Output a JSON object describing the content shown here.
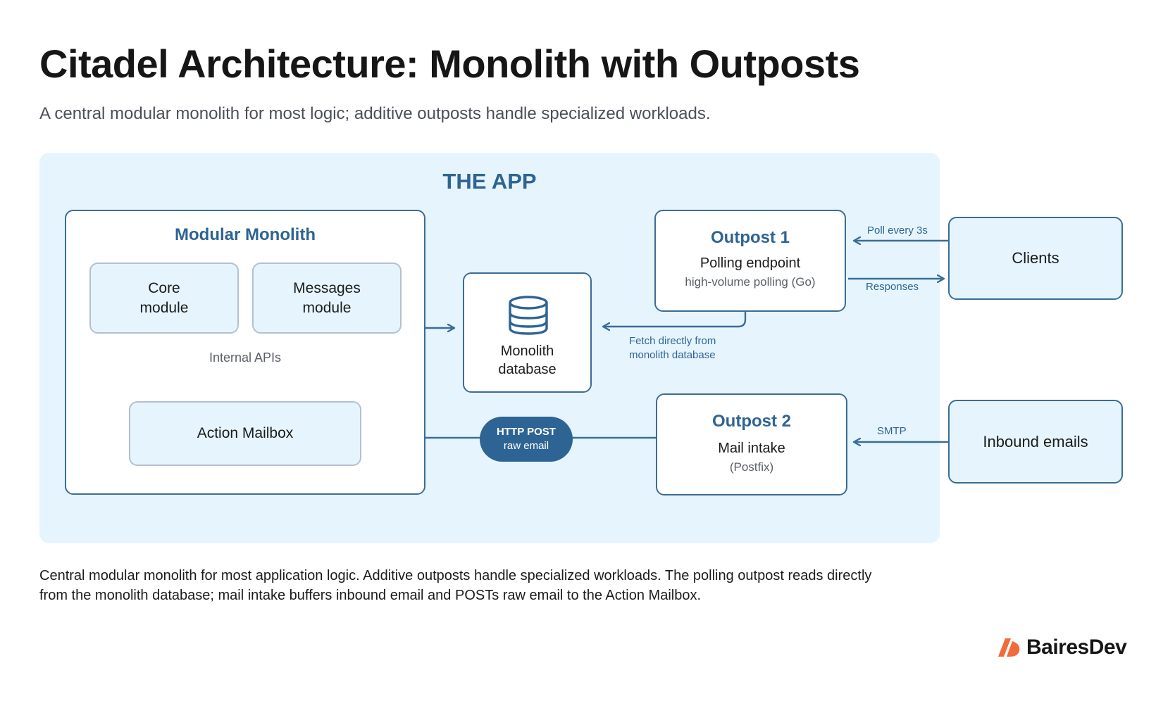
{
  "title": "Citadel Architecture: Monolith with Outposts",
  "subtitle": "A central modular monolith for most logic; additive outposts handle specialized workloads.",
  "app": {
    "title": "THE APP",
    "monolith": {
      "title": "Modular Monolith",
      "core_module": "Core\nmodule",
      "messages_module": "Messages\nmodule",
      "internal_apis": "Internal APIs",
      "action_mailbox": "Action Mailbox"
    },
    "database": {
      "label": "Monolith\ndatabase",
      "icon": "database-icon"
    },
    "outpost1": {
      "title": "Outpost 1",
      "subtitle": "Polling endpoint",
      "note": "high-volume polling (Go)"
    },
    "outpost2": {
      "title": "Outpost 2",
      "subtitle": "Mail intake",
      "note": "(Postfix)"
    },
    "http_post": {
      "line1": "HTTP POST",
      "line2": "raw email"
    },
    "fetch_label": "Fetch directly from\nmonolith database"
  },
  "externals": {
    "clients": "Clients",
    "inbound_emails": "Inbound emails"
  },
  "edges": {
    "poll": "Poll every 3s",
    "responses": "Responses",
    "smtp": "SMTP"
  },
  "caption": "Central modular monolith for most application logic. Additive outposts handle specialized workloads. The polling outpost reads directly from the monolith database; mail intake buffers inbound email and POSTs raw email to the Action Mailbox.",
  "brand": {
    "name": "BairesDev",
    "logo_color": "#f26a3a"
  },
  "colors": {
    "accent": "#2e6494",
    "region_bg": "#e6f5fd",
    "border": "#3b6d96"
  }
}
